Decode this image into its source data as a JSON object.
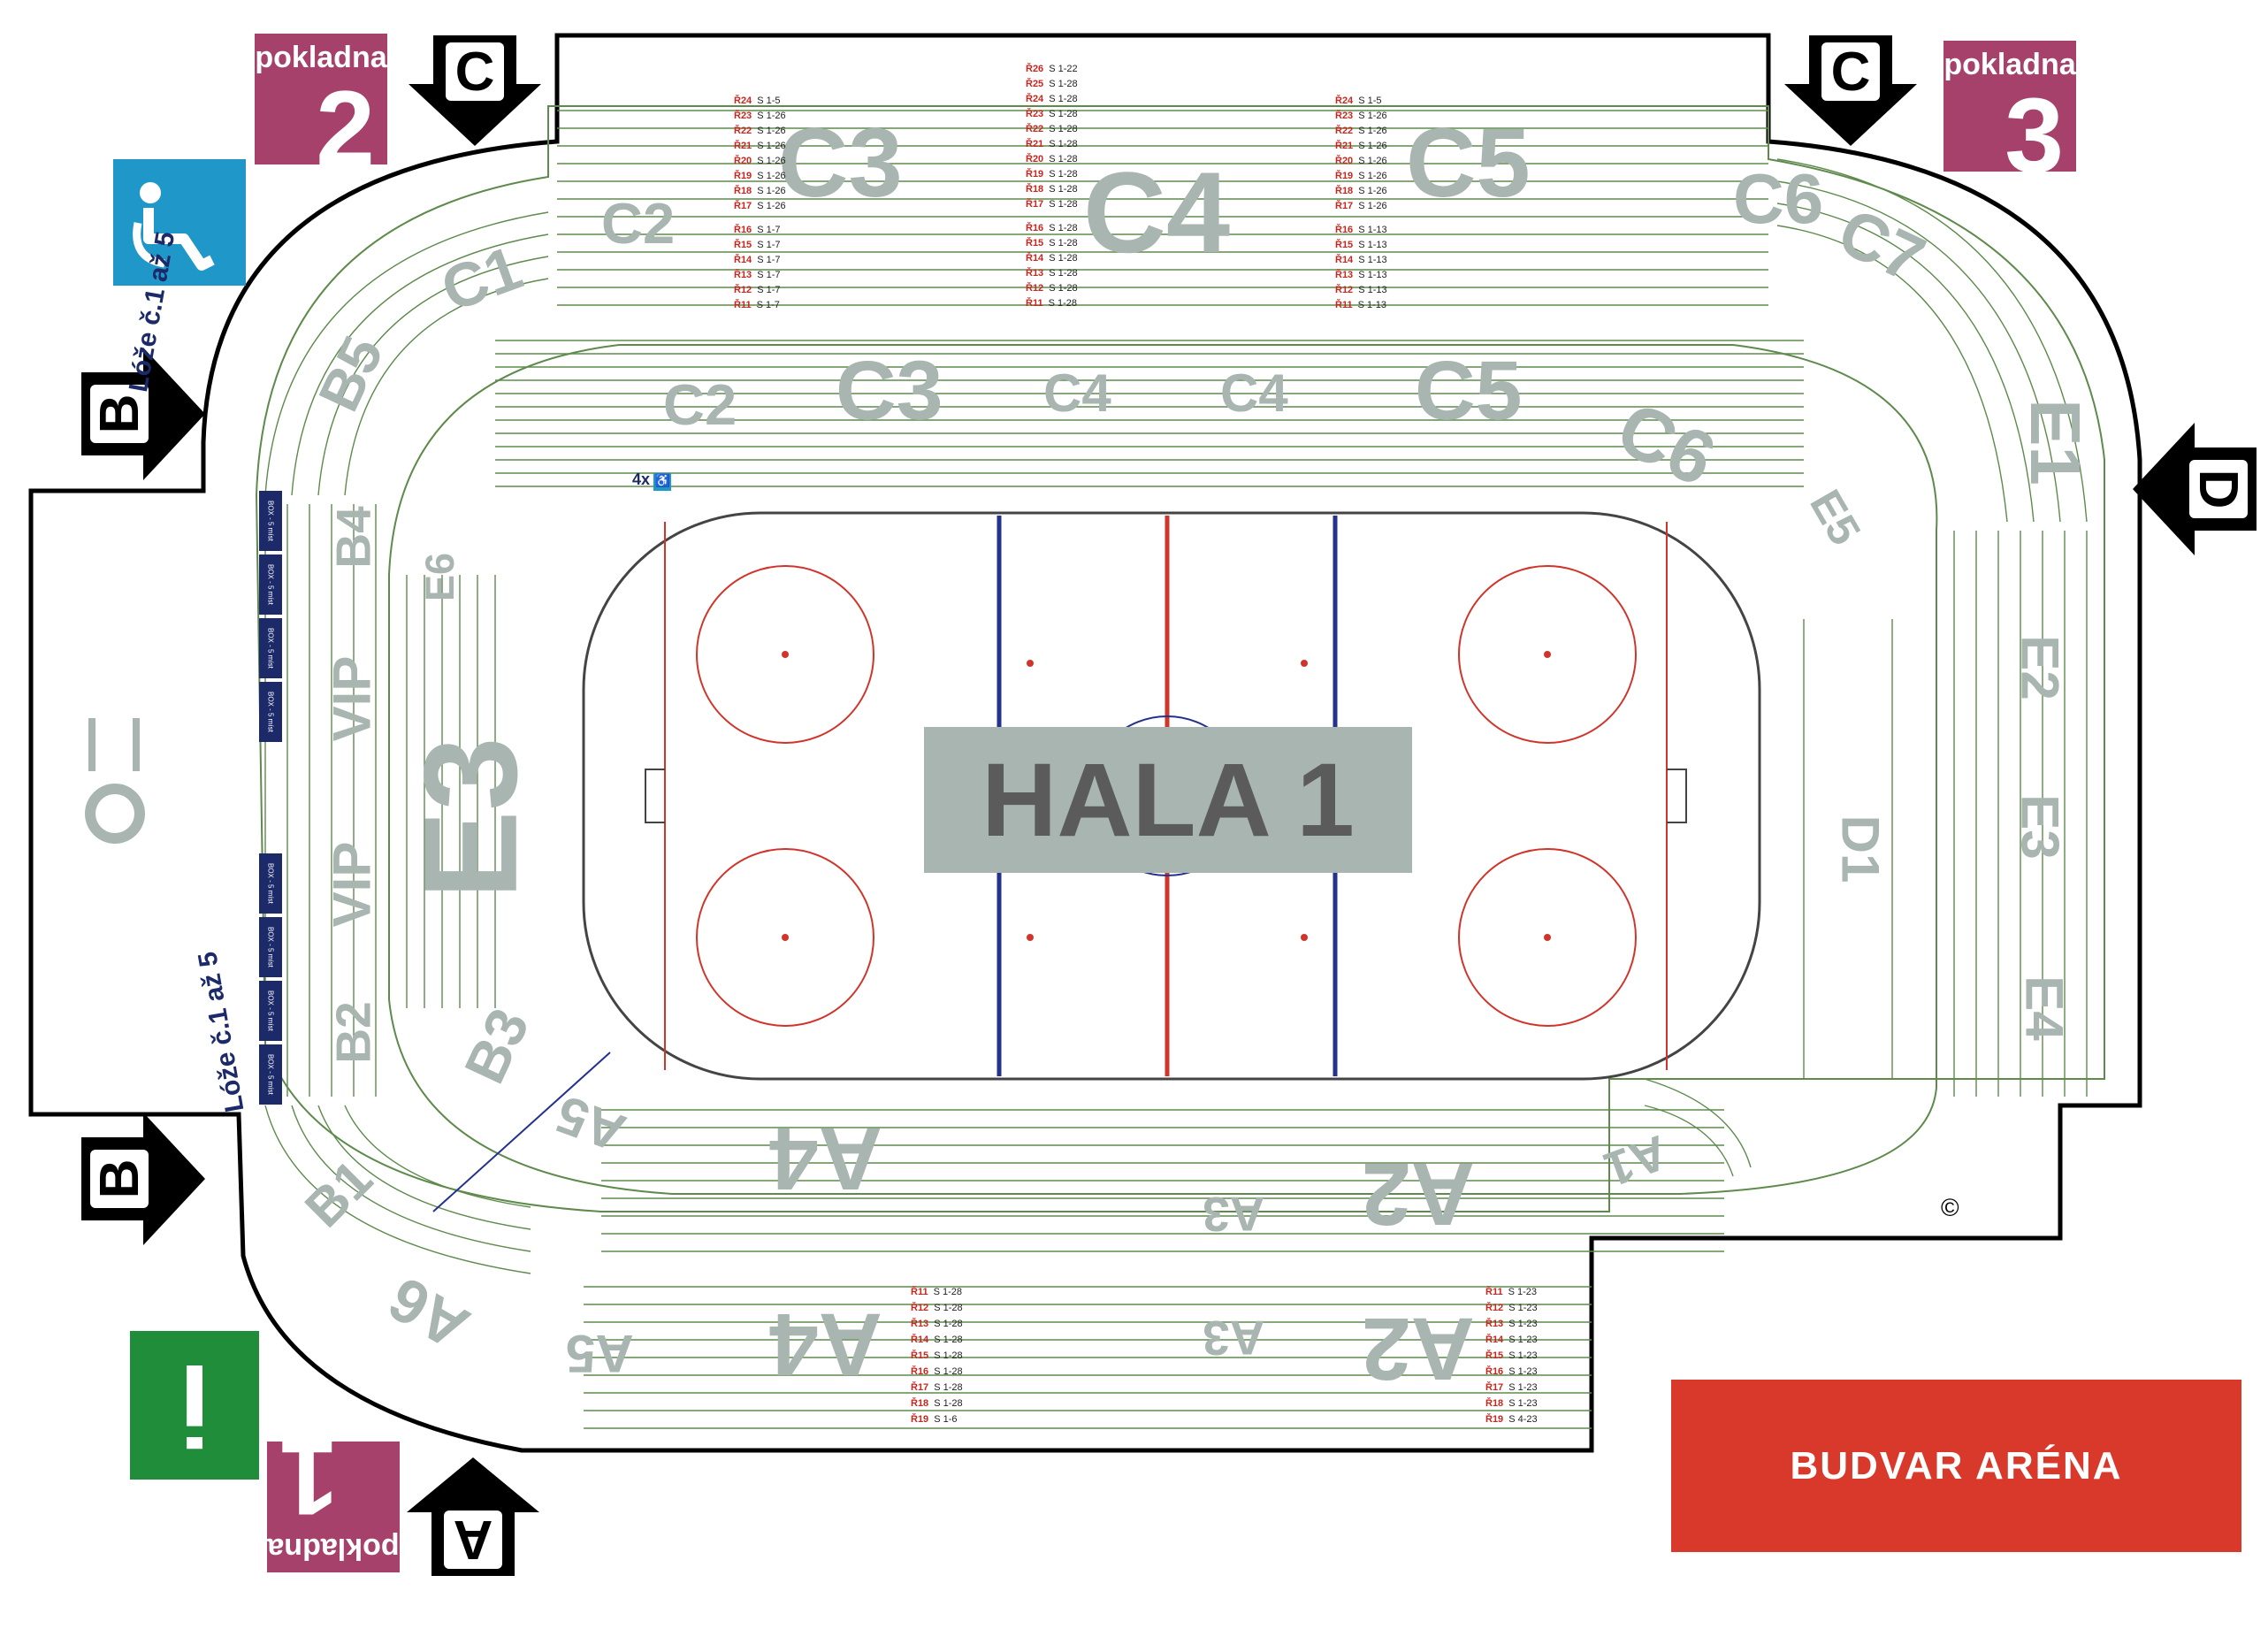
{
  "arena": {
    "hall_label": "HALA 1",
    "brand": "BUDVAR ARÉNA",
    "copyright": "©",
    "lodge_label": "Lóže č.1 až 5"
  },
  "ticket_offices": [
    {
      "label": "pokladna",
      "number": "2"
    },
    {
      "label": "pokladna",
      "number": "3"
    },
    {
      "label": "pokladna",
      "number": "1"
    }
  ],
  "gates": {
    "a": "A",
    "b_upper": "B",
    "b_lower": "B",
    "c_left": "C",
    "c_right": "C",
    "d": "D"
  },
  "accessible": {
    "count_label": "4x"
  },
  "sections": {
    "c1": "C1",
    "c2_upper": "C2",
    "c2_lower": "C2",
    "c3_upper": "C3",
    "c3_lower": "C3",
    "c4_upper": "C4",
    "c4_lower_left": "C4",
    "c4_lower_right": "C4",
    "c5_upper": "C5",
    "c5_lower": "C5",
    "c6_upper": "C6",
    "c6_lower": "C6",
    "c7": "C7",
    "b1": "B1",
    "b2": "B2",
    "b3": "B3",
    "b4": "B4",
    "b5": "B5",
    "a1": "A1",
    "a2_upper": "A2",
    "a2_lower": "A2",
    "a3_upper": "A3",
    "a3_lower": "A3",
    "a4_upper": "A4",
    "a4_lower": "A4",
    "a5_upper": "A5",
    "a5_lower": "A5",
    "a6": "A6",
    "d1": "D1",
    "e1": "E1",
    "e2": "E2",
    "e3": "E3",
    "e4": "E4",
    "e5": "E5",
    "e6": "E6",
    "vip_upper": "VIP",
    "vip_lower": "VIP"
  },
  "box_label": "BOX - 5 míst",
  "rows_c3_upper": [
    {
      "row": "Ř24",
      "seats": "S 1-5"
    },
    {
      "row": "Ř23",
      "seats": "S 1-26"
    },
    {
      "row": "Ř22",
      "seats": "S 1-26"
    },
    {
      "row": "Ř21",
      "seats": "S 1-26"
    },
    {
      "row": "Ř20",
      "seats": "S 1-26"
    },
    {
      "row": "Ř19",
      "seats": "S 1-26"
    },
    {
      "row": "Ř18",
      "seats": "S 1-26"
    },
    {
      "row": "Ř17",
      "seats": "S 1-26"
    },
    {
      "row": "Ř16",
      "seats": "S 1-7"
    },
    {
      "row": "Ř15",
      "seats": "S 1-7"
    },
    {
      "row": "Ř14",
      "seats": "S 1-7"
    },
    {
      "row": "Ř13",
      "seats": "S 1-7"
    },
    {
      "row": "Ř12",
      "seats": "S 1-7"
    },
    {
      "row": "Ř11",
      "seats": "S 1-7"
    }
  ],
  "rows_c4_upper": [
    {
      "row": "Ř26",
      "seats": "S 1-22"
    },
    {
      "row": "Ř25",
      "seats": "S 1-28"
    },
    {
      "row": "Ř24",
      "seats": "S 1-28"
    },
    {
      "row": "Ř23",
      "seats": "S 1-28"
    },
    {
      "row": "Ř22",
      "seats": "S 1-28"
    },
    {
      "row": "Ř21",
      "seats": "S 1-28"
    },
    {
      "row": "Ř20",
      "seats": "S 1-28"
    },
    {
      "row": "Ř19",
      "seats": "S 1-28"
    },
    {
      "row": "Ř18",
      "seats": "S 1-28"
    },
    {
      "row": "Ř17",
      "seats": "S 1-28"
    },
    {
      "row": "Ř16",
      "seats": "S 1-28"
    },
    {
      "row": "Ř15",
      "seats": "S 1-28"
    },
    {
      "row": "Ř14",
      "seats": "S 1-28"
    },
    {
      "row": "Ř13",
      "seats": "S 1-28"
    },
    {
      "row": "Ř12",
      "seats": "S 1-28"
    },
    {
      "row": "Ř11",
      "seats": "S 1-28"
    }
  ],
  "rows_c5_upper": [
    {
      "row": "Ř24",
      "seats": "S 1-5"
    },
    {
      "row": "Ř23",
      "seats": "S 1-26"
    },
    {
      "row": "Ř22",
      "seats": "S 1-26"
    },
    {
      "row": "Ř21",
      "seats": "S 1-26"
    },
    {
      "row": "Ř20",
      "seats": "S 1-26"
    },
    {
      "row": "Ř19",
      "seats": "S 1-26"
    },
    {
      "row": "Ř18",
      "seats": "S 1-26"
    },
    {
      "row": "Ř17",
      "seats": "S 1-26"
    },
    {
      "row": "Ř16",
      "seats": "S 1-13"
    },
    {
      "row": "Ř15",
      "seats": "S 1-13"
    },
    {
      "row": "Ř14",
      "seats": "S 1-13"
    },
    {
      "row": "Ř13",
      "seats": "S 1-13"
    },
    {
      "row": "Ř12",
      "seats": "S 1-13"
    },
    {
      "row": "Ř11",
      "seats": "S 1-13"
    }
  ],
  "rows_a2": [
    {
      "row": "Ř11",
      "seats": "S 1-23"
    },
    {
      "row": "Ř12",
      "seats": "S 1-23"
    },
    {
      "row": "Ř13",
      "seats": "S 1-23"
    },
    {
      "row": "Ř14",
      "seats": "S 1-23"
    },
    {
      "row": "Ř15",
      "seats": "S 1-23"
    },
    {
      "row": "Ř16",
      "seats": "S 1-23"
    },
    {
      "row": "Ř17",
      "seats": "S 1-23"
    },
    {
      "row": "Ř18",
      "seats": "S 1-23"
    },
    {
      "row": "Ř19",
      "seats": "S 4-23"
    }
  ],
  "rows_a4": [
    {
      "row": "Ř11",
      "seats": "S 1-28"
    },
    {
      "row": "Ř12",
      "seats": "S 1-28"
    },
    {
      "row": "Ř13",
      "seats": "S 1-28"
    },
    {
      "row": "Ř14",
      "seats": "S 1-28"
    },
    {
      "row": "Ř15",
      "seats": "S 1-28"
    },
    {
      "row": "Ř16",
      "seats": "S 1-28"
    },
    {
      "row": "Ř17",
      "seats": "S 1-28"
    },
    {
      "row": "Ř18",
      "seats": "S 1-28"
    },
    {
      "row": "Ř19",
      "seats": "S 1-6"
    }
  ],
  "colors": {
    "line_green": "#5e8a4c",
    "section_gray": "#a8b5b0",
    "ticket_purple": "#a5416b",
    "accessible_blue": "#2097c9",
    "info_green": "#1f8d3a",
    "brand_red": "#d8392b",
    "rink_red": "#d0342a",
    "rink_blue": "#23318f",
    "row_red": "#c8261e"
  },
  "icons": [
    "wheelchair-icon",
    "info-icon",
    "restaurant-icon",
    "arrow-icon"
  ]
}
